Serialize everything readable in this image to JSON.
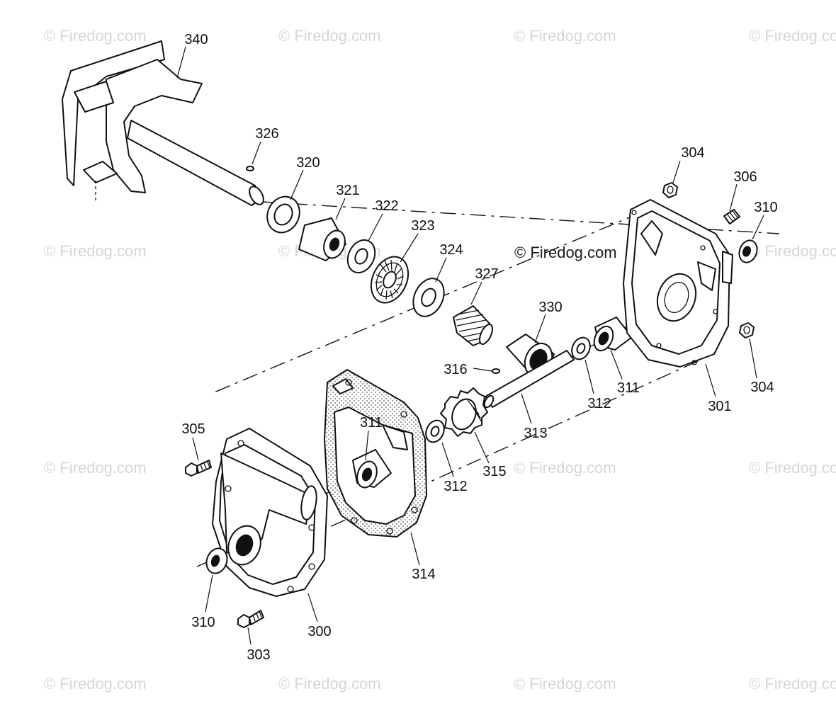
{
  "watermarks": {
    "text": "© Firedog.com",
    "prominent_text": "© Firedog.com"
  },
  "part_labels": {
    "p340": "340",
    "p326": "326",
    "p320": "320",
    "p321": "321",
    "p322": "322",
    "p323": "323",
    "p324": "324",
    "p327": "327",
    "p330": "330",
    "p304a": "304",
    "p306": "306",
    "p310a": "310",
    "p316": "316",
    "p311a": "311",
    "p312a": "312",
    "p311b": "311",
    "p313": "313",
    "p301": "301",
    "p304b": "304",
    "p305": "305",
    "p312b": "312",
    "p315": "315",
    "p314": "314",
    "p310b": "310",
    "p300": "300",
    "p303": "303"
  },
  "colors": {
    "line": "#111111",
    "watermark": "#d6d6d6",
    "background": "#ffffff"
  }
}
